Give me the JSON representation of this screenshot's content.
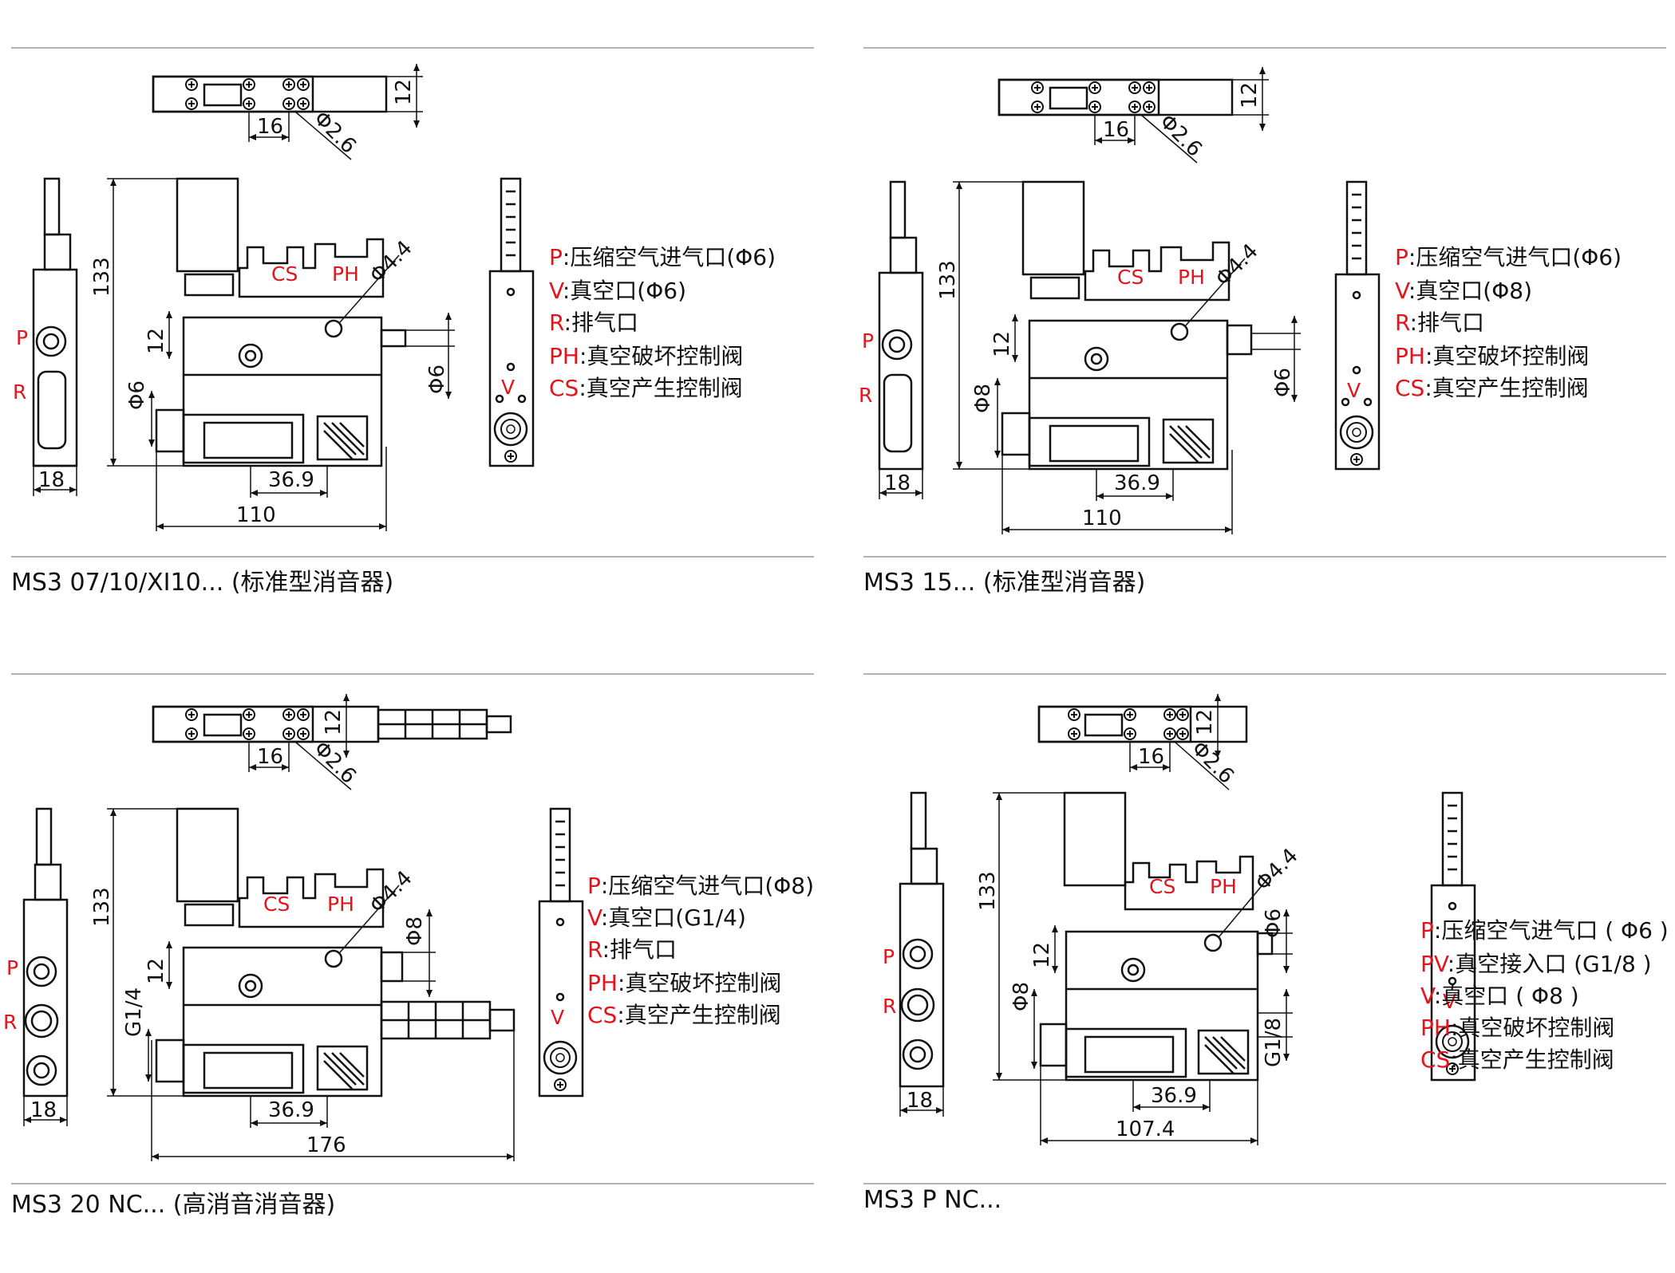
{
  "panels": [
    {
      "caption": "MS3 07/10/XI10... (标准型消音器)",
      "dims": {
        "top_len": "16",
        "top_h": "12",
        "hole": "Φ2.6",
        "height": "133",
        "h12": "12",
        "port_left": "Φ6",
        "port_right": "Φ6",
        "w18": "18",
        "d369": "36.9",
        "total": "110",
        "hole44": "Φ4.4"
      },
      "body_labels": [
        "CS",
        "PH"
      ],
      "side_labels": [
        "P",
        "R"
      ],
      "front_label": "V",
      "legend": [
        {
          "key": "P",
          "text": ":压缩空气进气口(Φ6)"
        },
        {
          "key": "V",
          "text": ":真空口(Φ6)"
        },
        {
          "key": "R",
          "text": ":排气口"
        },
        {
          "key": "PH",
          "text": ":真空破坏控制阀"
        },
        {
          "key": "CS",
          "text": ":真空产生控制阀"
        }
      ]
    },
    {
      "caption": "MS3 15... (标准型消音器)",
      "dims": {
        "top_len": "16",
        "top_h": "12",
        "hole": "Φ2.6",
        "height": "133",
        "h12": "12",
        "port_left": "Φ8",
        "port_right": "Φ6",
        "w18": "18",
        "d369": "36.9",
        "total": "110",
        "hole44": "Φ4.4"
      },
      "body_labels": [
        "CS",
        "PH"
      ],
      "side_labels": [
        "P",
        "R"
      ],
      "front_label": "V",
      "legend": [
        {
          "key": "P",
          "text": ":压缩空气进气口(Φ6)"
        },
        {
          "key": "V",
          "text": ":真空口(Φ8)"
        },
        {
          "key": "R",
          "text": ":排气口"
        },
        {
          "key": "PH",
          "text": ":真空破坏控制阀"
        },
        {
          "key": "CS",
          "text": ":真空产生控制阀"
        }
      ]
    },
    {
      "caption": "MS3 20 NC...    (高消音消音器)",
      "dims": {
        "top_len": "16",
        "top_h": "12",
        "hole": "Φ2.6",
        "height": "133",
        "h12": "12",
        "port_left": "G1/4",
        "port_right": "Φ8",
        "w18": "18",
        "d369": "36.9",
        "total": "176",
        "hole44": "Φ4.4"
      },
      "body_labels": [
        "CS",
        "PH"
      ],
      "side_labels": [
        "P",
        "R"
      ],
      "front_label": "V",
      "legend": [
        {
          "key": "P",
          "text": ":压缩空气进气口(Φ8)"
        },
        {
          "key": "V",
          "text": ":真空口(G1/4)"
        },
        {
          "key": "R",
          "text": ":排气口"
        },
        {
          "key": "PH",
          "text": ":真空破坏控制阀"
        },
        {
          "key": "CS",
          "text": ":真空产生控制阀"
        }
      ]
    },
    {
      "caption": "MS3 P NC...",
      "dims": {
        "top_len": "16",
        "top_h": "12",
        "hole": "Φ2.6",
        "height": "133",
        "h12": "12",
        "port_left": "Φ8",
        "port_right": "Φ6",
        "port_right2": "G1/8",
        "w18": "18",
        "d369": "36.9",
        "total": "107.4",
        "hole44": "Φ4.4"
      },
      "body_labels": [
        "CS",
        "PH"
      ],
      "side_labels": [
        "P",
        "R"
      ],
      "front_label": "V",
      "legend": [
        {
          "key": "P",
          "text": ":压缩空气进气口 ( Φ6 )"
        },
        {
          "key": "PV",
          "text": ":真空接入口 (G1/8 )"
        },
        {
          "key": "V",
          "text": ":真空口 ( Φ8 )"
        },
        {
          "key": "PH",
          "text": ":真空破坏控制阀"
        },
        {
          "key": "CS",
          "text": ":真空产生控制阀"
        }
      ]
    }
  ],
  "colors": {
    "line": "#111111",
    "accent": "#e3141b",
    "rule": "#999999"
  }
}
